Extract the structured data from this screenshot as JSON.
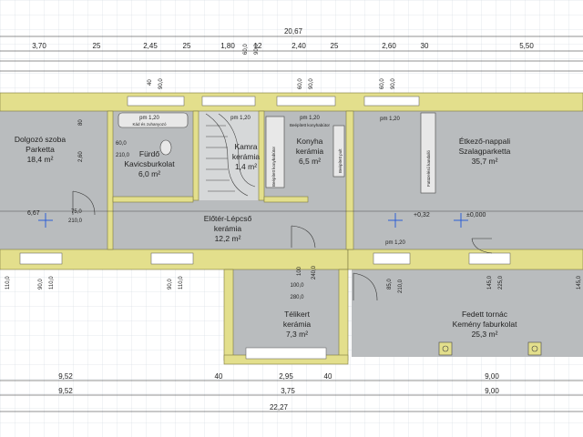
{
  "top_dims": {
    "total": "20,67",
    "segments": [
      "3,70",
      "25",
      "2,45",
      "25",
      "1,80",
      "12",
      "2,40",
      "25",
      "2,60",
      "30",
      "5,50"
    ],
    "wall_labels": [
      "40",
      "90,0",
      "60,0",
      "90,0",
      "60,0",
      "90,0",
      "60,0",
      "90,0"
    ]
  },
  "rooms": [
    {
      "name": "Dolgozó szoba",
      "floor": "Parketta",
      "area": "18,4 m²"
    },
    {
      "name": "Fürdő",
      "floor": "Kavicsburkolat",
      "area": "6,0 m²"
    },
    {
      "name": "Kamra",
      "floor": "kerámia",
      "area": "1,4 m²"
    },
    {
      "name": "Konyha",
      "floor": "kerámia",
      "area": "6,5 m²"
    },
    {
      "name": "Étkező-nappali",
      "floor": "Szalagparketta",
      "area": "35,7 m²"
    },
    {
      "name": "Előtér-Lépcső",
      "floor": "kerámia",
      "area": "12,2 m²"
    },
    {
      "name": "Télikert",
      "floor": "kerámia",
      "area": "7,3 m²"
    },
    {
      "name": "Fedett tornác",
      "floor": "Kemény faburkolat",
      "area": "25,3 m²"
    }
  ],
  "annotations": {
    "pm1": "pm 1,20",
    "pm2": "pm 1,20",
    "pm3": "pm 1,20",
    "pm4": "pm 1,20",
    "pm5": "pm 1,20",
    "kad": "Kád és zuhanyozó",
    "beepitett": "Beépített konyhabútor",
    "beepitett2": "Beépített konyhabútor",
    "beepitett3": "Beépített pult",
    "fatuzelesu": "Fatüzelésű kandalló",
    "level1": "+0,32",
    "level2": "±0,000",
    "d60": "60,0",
    "d210a": "210,0",
    "d210b": "210,0",
    "d67": "6,67",
    "d75": "75,0",
    "d260": "2,60",
    "d80": "80",
    "d100a": "100,0",
    "d100b": "100",
    "d240": "240,0",
    "d280": "280,0",
    "d85": "85,0",
    "d210c": "210,0",
    "d145a": "145,0",
    "d225": "225,0",
    "d145b": "145,0",
    "d110a": "110,0",
    "d90a": "90,0",
    "d90b": "90,0",
    "d110b": "110,0",
    "d110c": "110,0",
    "d40": "40",
    "d90c": "90,0",
    "d60b": "60,0"
  },
  "bottom_dims": {
    "row1": [
      "9,52",
      "40",
      "2,95",
      "40",
      "9,00"
    ],
    "row2": [
      "9,52",
      "3,75",
      "9,00"
    ],
    "total": "22,27"
  },
  "colors": {
    "wall": "#e3df8c",
    "wall_edge": "#7d7a3e",
    "floor": "#b9bcbe",
    "floor_light": "#d6d8d9",
    "grid": "#7a93a8",
    "dim": "#222",
    "axis": "#2d5fd6"
  }
}
